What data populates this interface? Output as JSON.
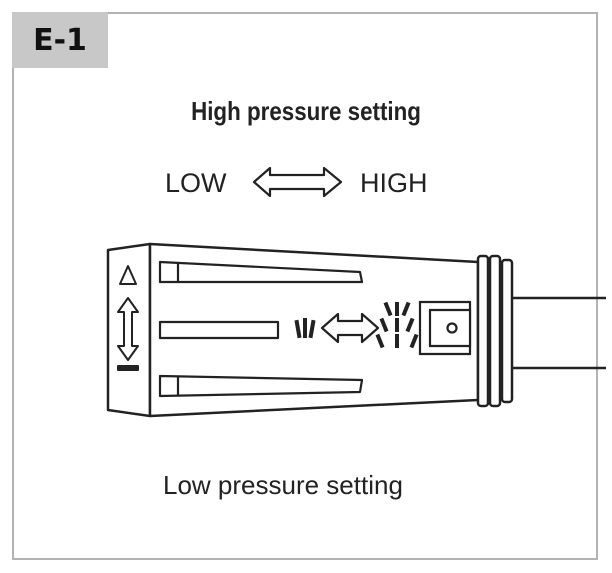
{
  "badge": {
    "label": "E-1"
  },
  "diagram": {
    "title": "High pressure setting",
    "low_label": "LOW",
    "high_label": "HIGH",
    "bottom_label": "Low pressure setting"
  },
  "icons": [
    "double-arrow-icon",
    "spray-narrow-icon",
    "spray-wide-icon",
    "vertical-double-arrow-icon"
  ]
}
